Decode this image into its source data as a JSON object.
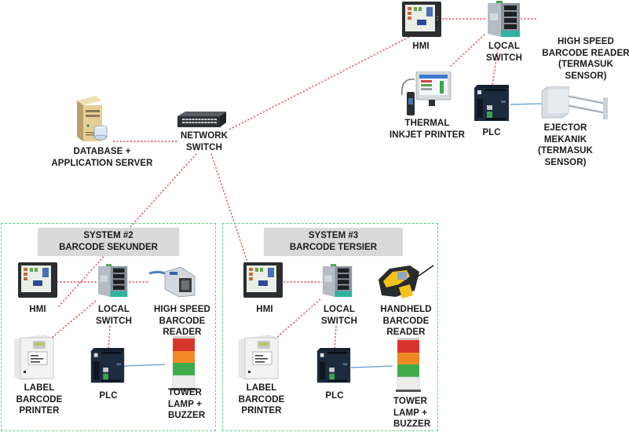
{
  "diagram": {
    "colors": {
      "network_link": "#e8474f",
      "serial_link": "#5b9bd5",
      "system_border": "#5fcf8a",
      "system_header_bg": "#d9d9d9"
    },
    "core": {
      "server_label": "DATABASE +\nAPPLICATION SERVER",
      "network_switch_label": "NETWORK\nSWITCH"
    },
    "system1": {
      "hmi_label": "HMI",
      "local_switch_label": "LOCAL\nSWITCH",
      "barcode_reader_label": "HIGH SPEED\nBARCODE  READER\n(TERMASUK\nSENSOR)",
      "printer_label": "THERMAL\nINKJET PRINTER",
      "plc_label": "PLC",
      "ejector_label": "EJECTOR\nMEKANIK\n(TERMASUK\nSENSOR)"
    },
    "system2": {
      "header": "SYSTEM #2\nBARCODE SEKUNDER",
      "hmi_label": "HMI",
      "local_switch_label": "LOCAL\nSWITCH",
      "barcode_reader_label": "HIGH SPEED\nBARCODE\nREADER",
      "printer_label": "LABEL\nBARCODE\nPRINTER",
      "plc_label": "PLC",
      "tower_lamp_label": "TOWER\nLAMP   +\nBUZZER"
    },
    "system3": {
      "header": "SYSTEM #3\nBARCODE TERSIER",
      "hmi_label": "HMI",
      "local_switch_label": "LOCAL\nSWITCH",
      "barcode_reader_label": "HANDHELD\nBARCODE\nREADER",
      "printer_label": "LABEL\nBARCODE\nPRINTER",
      "plc_label": "PLC",
      "tower_lamp_label": "TOWER\nLAMP   +\nBUZZER"
    }
  }
}
